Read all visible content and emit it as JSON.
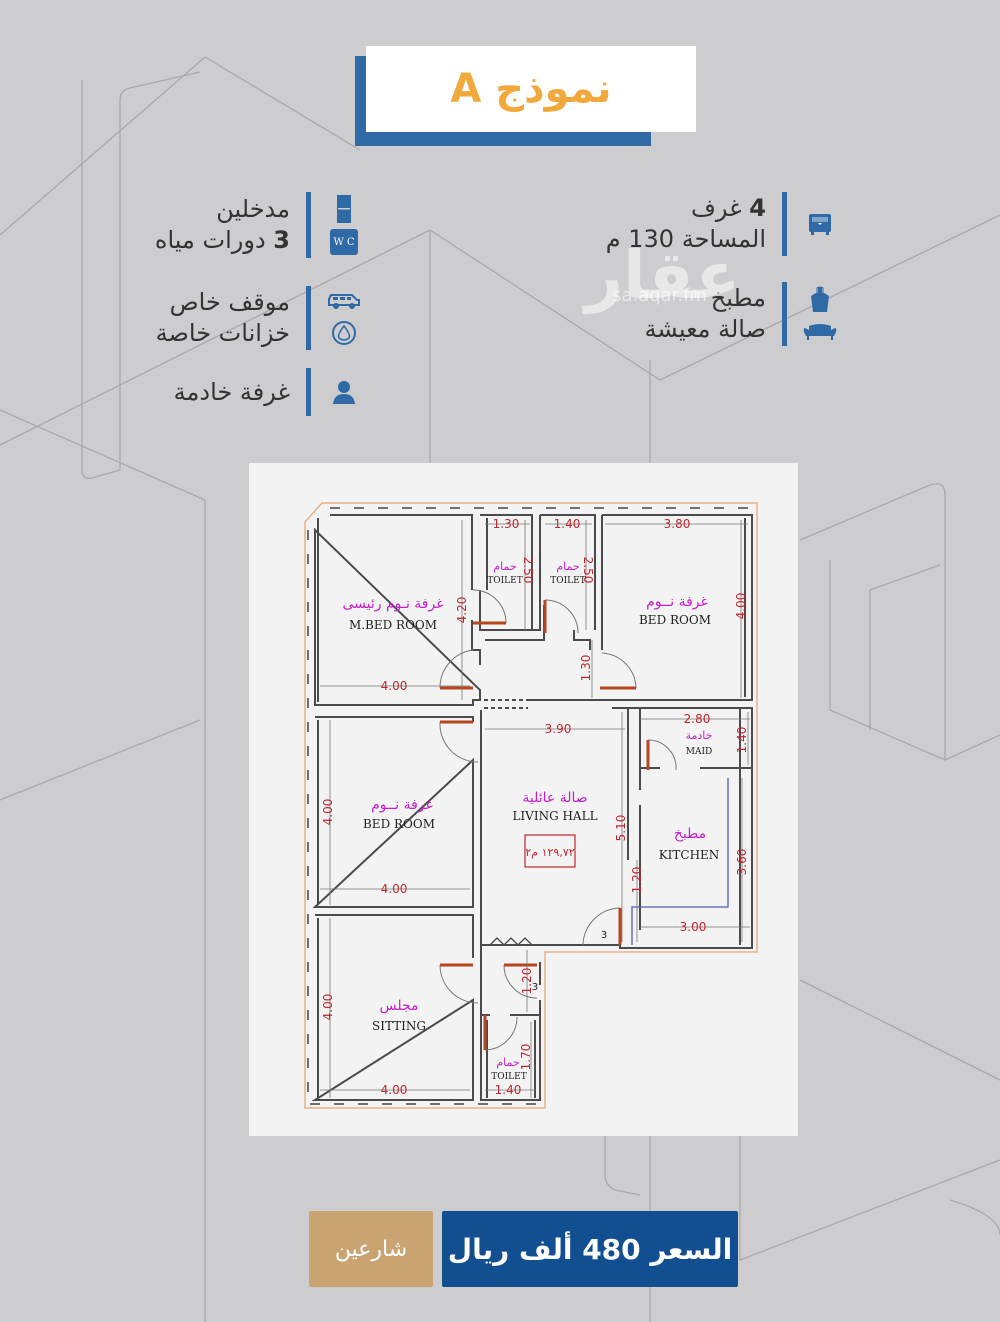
{
  "title": {
    "text": "نموذج A"
  },
  "features": {
    "right_group_1": {
      "line1_bold": "4",
      "line1": " غرف",
      "line2": "المساحة 130 م",
      "icon": "bed-icon"
    },
    "right_group_2": {
      "line1": "مطبخ",
      "line2": "صالة معيشة",
      "icons": [
        "apron-icon",
        "sofa-icon"
      ]
    },
    "left_group_1": {
      "line1": "مدخلين",
      "line2_bold": "3",
      "line2": " دورات مياه",
      "icons": [
        "door-icon",
        "wc-icon"
      ],
      "wc_label": "W C"
    },
    "left_group_2": {
      "line1": "موقف خاص",
      "line2": "خزانات خاصة",
      "icons": [
        "car-icon",
        "water-tank-icon"
      ]
    },
    "left_group_3": {
      "line1": "غرفة خادمة",
      "icon": "person-icon"
    }
  },
  "watermark": {
    "text": "عقار",
    "url": "sa.aqar.fm"
  },
  "floor_plan": {
    "rooms": {
      "master_bed": {
        "ar": "غرفة نـوم رئيسى",
        "en": "M.BED  ROOM"
      },
      "toilet1": {
        "ar": "حمام",
        "en": "TOILET"
      },
      "toilet2": {
        "ar": "حمام",
        "en": "TOILET"
      },
      "bed_ne": {
        "ar": "غرفة نــوم",
        "en": "BED  ROOM"
      },
      "maid": {
        "ar": "خادمة",
        "en": "MAID"
      },
      "bed_w": {
        "ar": "غرفة نــوم",
        "en": "BED  ROOM"
      },
      "living": {
        "ar": "صالة عائلية",
        "en": "LIVING  HALL",
        "area": "١٢٩,٧٢ م٢"
      },
      "kitchen": {
        "ar": "مطبخ",
        "en": "KITCHEN"
      },
      "sitting": {
        "ar": "مجلس",
        "en": "SITTING"
      },
      "toilet3": {
        "ar": "حمام",
        "en": "TOILET"
      }
    },
    "dims": {
      "d1": "1.30",
      "d2": "1.40",
      "d3": "3.80",
      "d4": "2.50",
      "d5": "2.50",
      "d6": "4.20",
      "d7": "4.00",
      "d8": "4.00",
      "d9": "1.30",
      "d10": "3.90",
      "d11": "2.80",
      "d12": "1.40",
      "d13": "4.00",
      "d14": "4.00",
      "d15": "5.10",
      "d16": "1.20",
      "d17": "3.60",
      "d18": "3.00",
      "d19": "3",
      "d20": "1.20",
      "d21": "3",
      "d22": "4.00",
      "d23": "4.00",
      "d24": "1.70",
      "d25": "1.40"
    }
  },
  "buttons": {
    "streets": "شارعين",
    "price": "السعر 480 ألف ريال"
  },
  "colors": {
    "accent_blue": "#2f6aa6",
    "price_blue": "#124f91",
    "gold": "#c9a472",
    "title_orange": "#f0a93a",
    "dim_red": "#c0262d",
    "label_magenta": "#c21fc9"
  }
}
